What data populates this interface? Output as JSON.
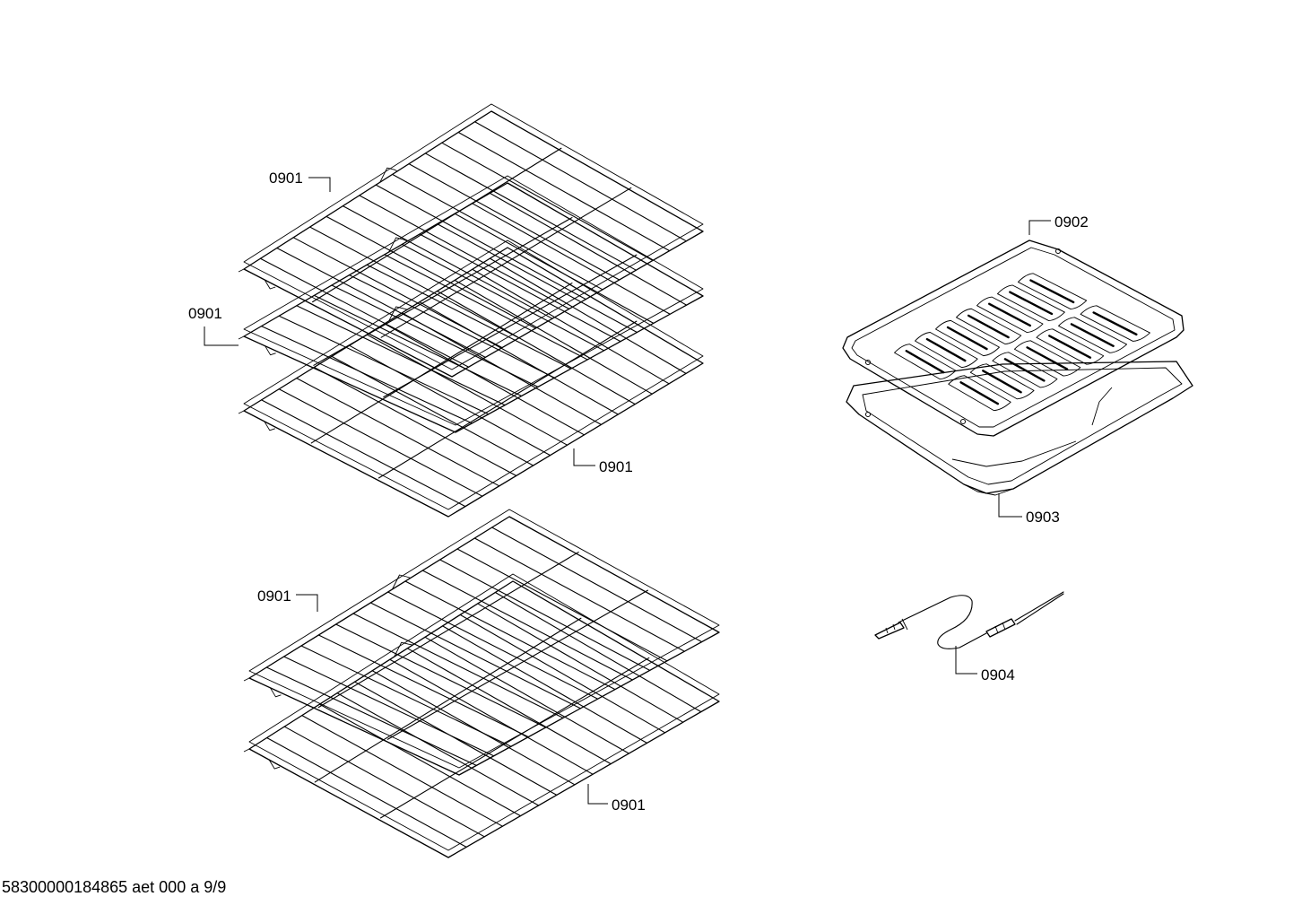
{
  "drawing": {
    "footer_text": "58300000184865 aet 000 a 9/9",
    "parts": {
      "rack_a": "0901",
      "rack_b": "0901",
      "rack_c": "0901",
      "rack_d": "0901",
      "rack_e": "0901",
      "broil_grid": "0902",
      "broil_pan": "0903",
      "meat_probe": "0904"
    }
  }
}
